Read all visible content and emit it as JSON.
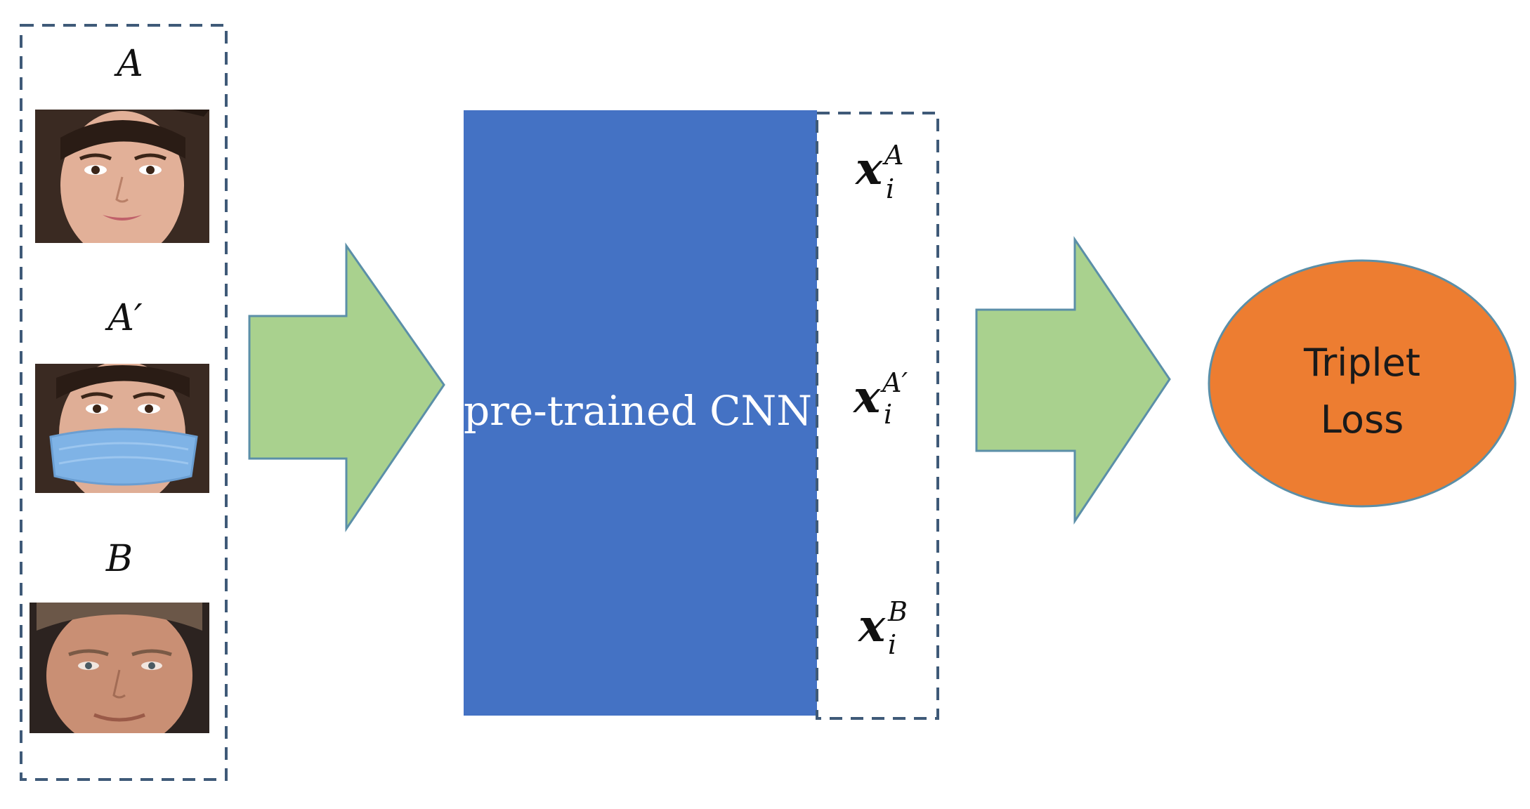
{
  "inputs": {
    "anchor_label": "A",
    "positive_label": "A",
    "positive_prime": "′",
    "negative_label": "B"
  },
  "network": {
    "label": "pre-trained CNN"
  },
  "embeddings": {
    "base": "x",
    "subscript": "i",
    "anchor_sup": "A",
    "positive_sup": "A",
    "positive_prime": "′",
    "negative_sup": "B"
  },
  "loss": {
    "line1": "Triplet",
    "line2": "Loss"
  },
  "colors": {
    "cnn_block": "#4472C4",
    "arrow_fill": "#A9D18E",
    "arrow_stroke": "#5B8FA8",
    "loss_fill": "#ED7D31",
    "loss_stroke": "#5B8FA8",
    "dash_border": "#3F5A78"
  },
  "icons": {
    "anchor_image": "female-face-photo",
    "positive_image": "masked-female-face-photo",
    "negative_image": "male-face-photo"
  }
}
